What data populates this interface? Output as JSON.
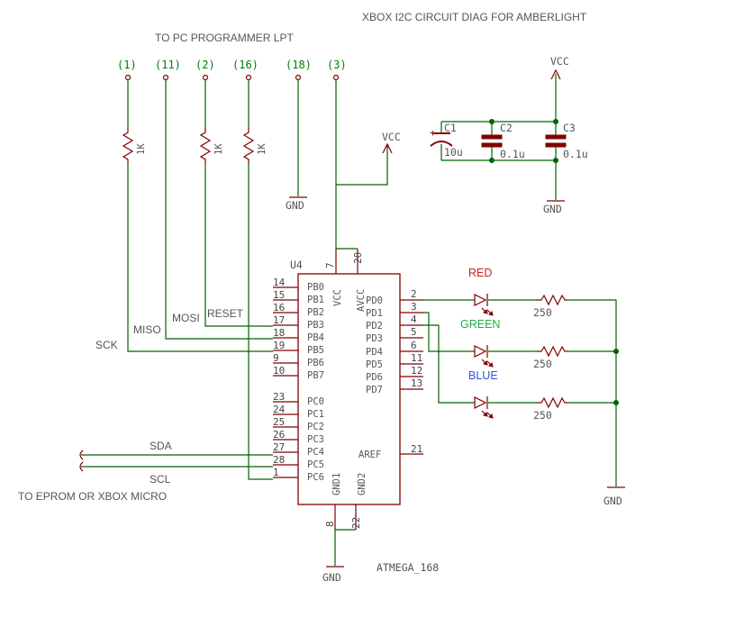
{
  "title": "XBOX I2C CIRCUIT DIAG FOR AMBERLIGHT",
  "lpt_label": "TO PC PROGRAMMER LPT",
  "lpt_pins": [
    "(1)",
    "(11)",
    "(2)",
    "(16)",
    "(18)",
    "(3)"
  ],
  "resistors_1k": [
    "1K",
    "1K",
    "1K"
  ],
  "signals": {
    "miso": "MISO",
    "mosi": "MOSI",
    "reset": "RESET",
    "sck": "SCK",
    "sda": "SDA",
    "scl": "SCL"
  },
  "eprom_label": "TO EPROM OR XBOX MICRO",
  "power": {
    "vcc": "VCC",
    "gnd": "GND"
  },
  "capacitors": {
    "c1": {
      "name": "C1",
      "value": "10u"
    },
    "c2": {
      "name": "C2",
      "value": "0.1u"
    },
    "c3": {
      "name": "C3",
      "value": "0.1u"
    }
  },
  "chip": {
    "name": "U4",
    "part": "ATMEGA_168",
    "vcc_label": "VCC",
    "avcc_label": "AVCC",
    "gnd1_label": "GND1",
    "gnd2_label": "GND2",
    "aref_label": "AREF",
    "top_pins": [
      "7",
      "20"
    ],
    "bottom_pins": [
      "8",
      "22"
    ],
    "aref_pin": "21",
    "left_pins": [
      {
        "num": "14",
        "name": "PB0"
      },
      {
        "num": "15",
        "name": "PB1"
      },
      {
        "num": "16",
        "name": "PB2"
      },
      {
        "num": "17",
        "name": "PB3"
      },
      {
        "num": "18",
        "name": "PB4"
      },
      {
        "num": "19",
        "name": "PB5"
      },
      {
        "num": "9",
        "name": "PB6"
      },
      {
        "num": "10",
        "name": "PB7"
      },
      {
        "num": "23",
        "name": "PC0"
      },
      {
        "num": "24",
        "name": "PC1"
      },
      {
        "num": "25",
        "name": "PC2"
      },
      {
        "num": "26",
        "name": "PC3"
      },
      {
        "num": "27",
        "name": "PC4"
      },
      {
        "num": "28",
        "name": "PC5"
      },
      {
        "num": "1",
        "name": "PC6"
      }
    ],
    "right_pins": [
      {
        "num": "2",
        "name": "PD0"
      },
      {
        "num": "3",
        "name": "PD1"
      },
      {
        "num": "4",
        "name": "PD2"
      },
      {
        "num": "5",
        "name": "PD3"
      },
      {
        "num": "6",
        "name": "PD4"
      },
      {
        "num": "11",
        "name": "PD5"
      },
      {
        "num": "12",
        "name": "PD6"
      },
      {
        "num": "13",
        "name": "PD7"
      }
    ]
  },
  "leds": [
    {
      "label": "RED",
      "color": "#cc2222",
      "resistor": "250"
    },
    {
      "label": "GREEN",
      "color": "#22aa44",
      "resistor": "250"
    },
    {
      "label": "BLUE",
      "color": "#3355dd",
      "resistor": "250"
    }
  ],
  "colors": {
    "wire": "#006400",
    "part": "#800000",
    "text": "#555555"
  }
}
